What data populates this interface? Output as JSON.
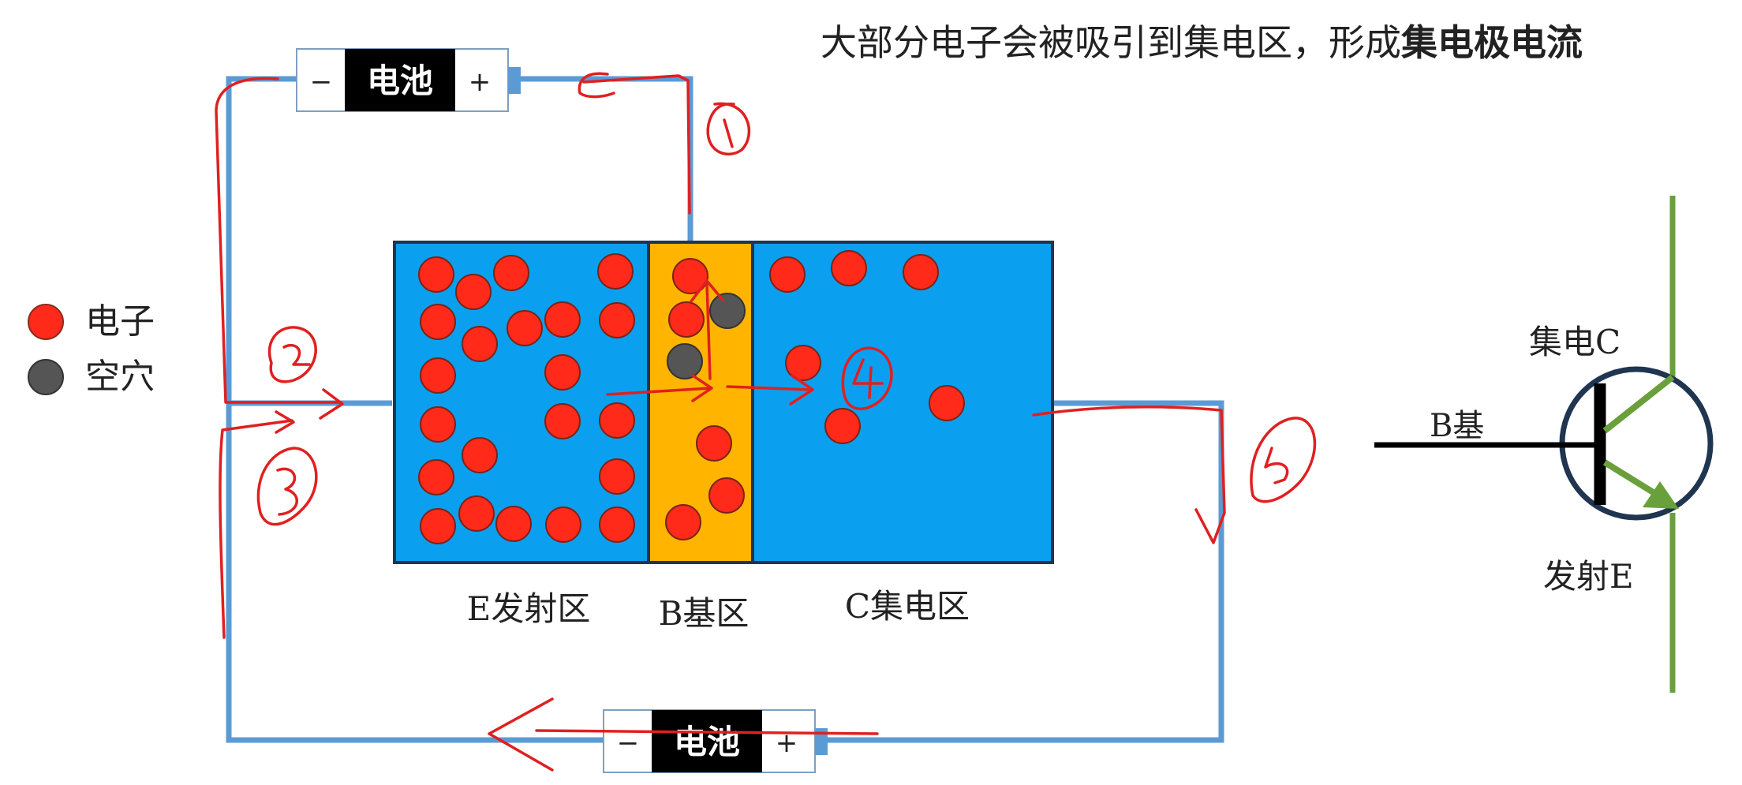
{
  "caption": {
    "normal": "大部分电子会被吸引到集电区，形成",
    "bold": "集电极电流"
  },
  "battery_top": {
    "label": "电池",
    "minus": "−",
    "plus": "+"
  },
  "battery_bottom": {
    "label": "电池",
    "minus": "−",
    "plus": "+"
  },
  "legend": {
    "electron": "电子",
    "hole": "空穴"
  },
  "regions": {
    "emitter": "E发射区",
    "base": "B基区",
    "collector": "C集电区"
  },
  "symbol": {
    "collector": "集电C",
    "base": "B基",
    "emitter": "发射E"
  },
  "colors": {
    "electron": "#ff2a1a",
    "hole": "#555555",
    "semiconductor": "#0aa0ef",
    "base_region": "#ffb400",
    "wire": "#5b9bd5",
    "ink": "#e02020",
    "lead": "#6aa03c"
  },
  "annotations": [
    "1",
    "2",
    "3",
    "4",
    "5"
  ]
}
